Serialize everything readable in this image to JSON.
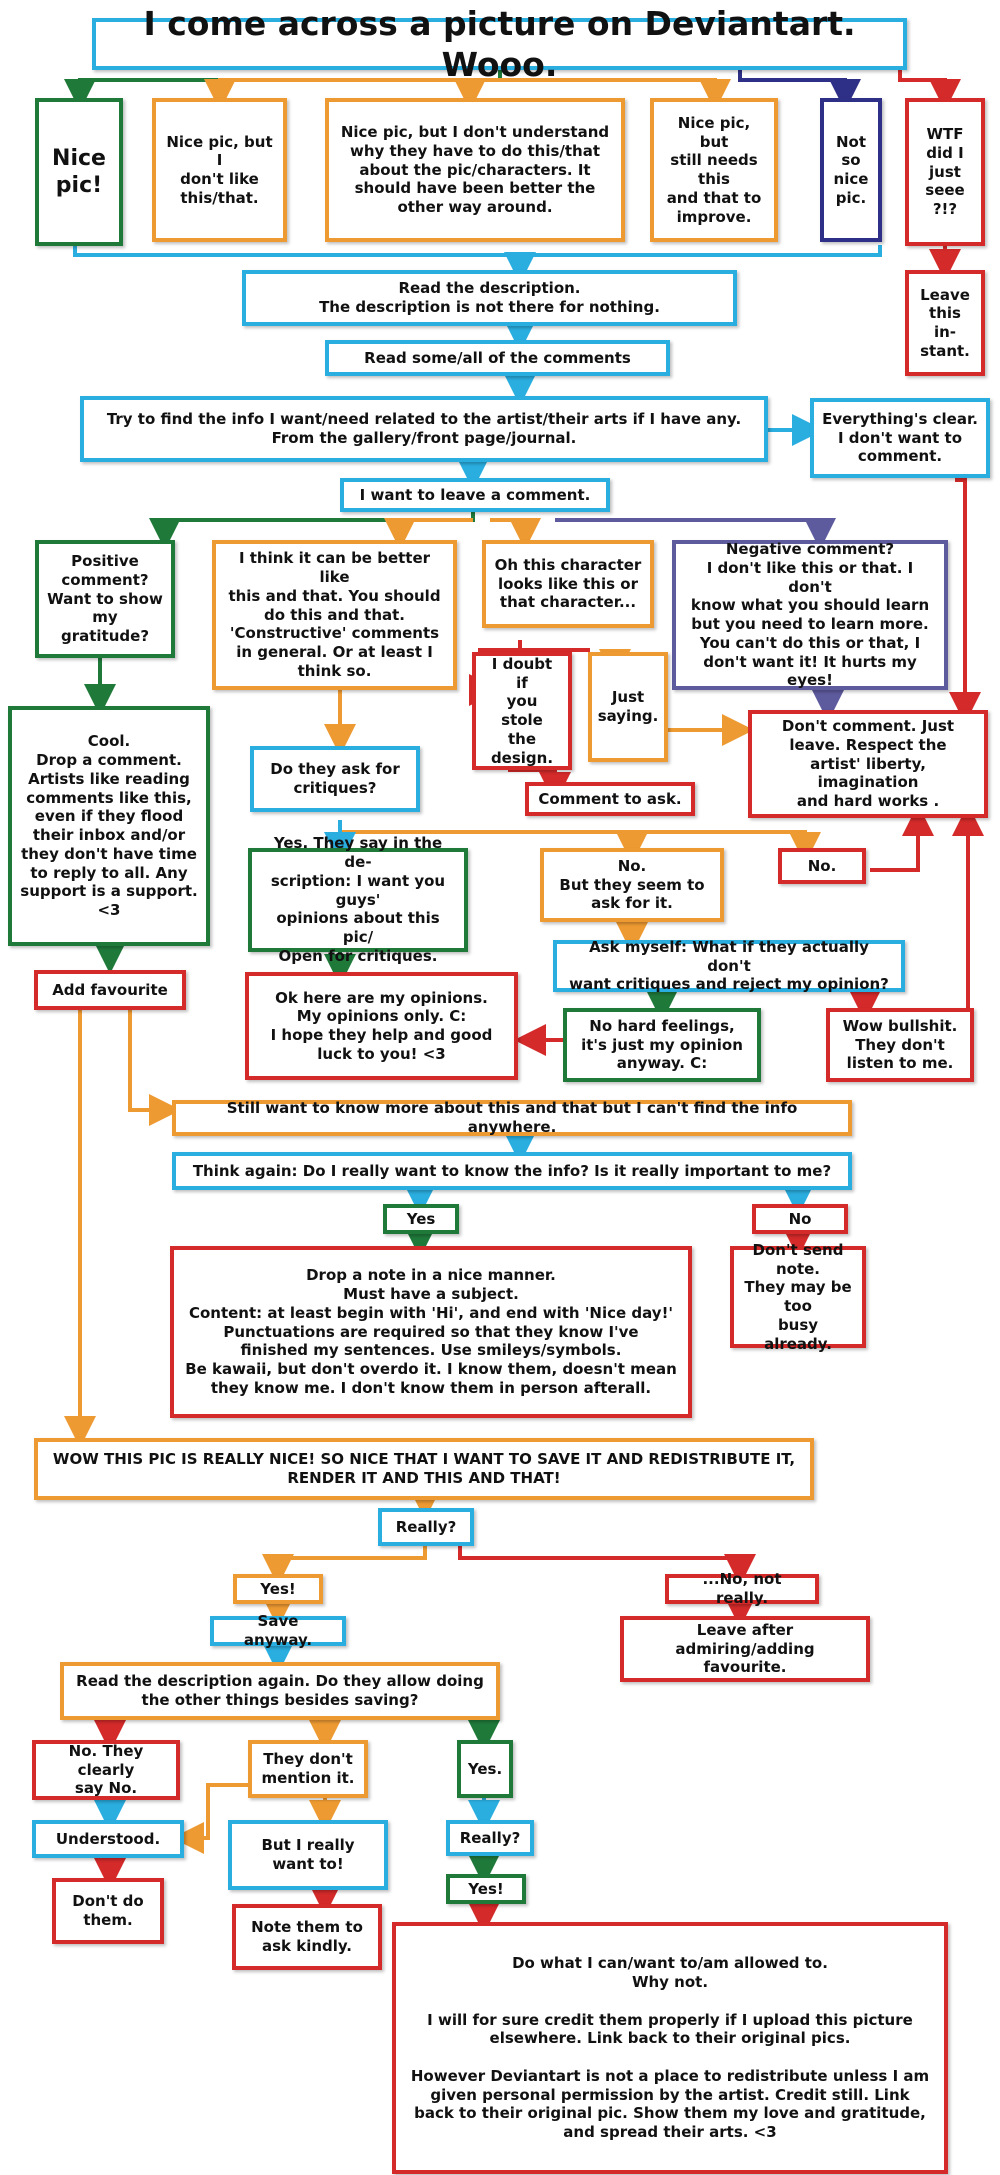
{
  "colors": {
    "blue": "#2aaee0",
    "orange": "#ee9a32",
    "green": "#1f7a3a",
    "red": "#d42a2a",
    "navy": "#2e2f87",
    "purple": "#5e5a9e"
  },
  "nodes": {
    "title": "I come across a picture on Deviantart. Wooo.",
    "nice_pic": "Nice\npic!",
    "nice_but_dont_like": "Nice pic, but I\ndon't like\nthis/that.",
    "nice_but_dont_understand": "Nice pic, but I don't understand\nwhy they have to do this/that\nabout the pic/characters. It\nshould have been better the\nother way around.",
    "nice_but_improve": "Nice pic, but\nstill needs this\nand that to\nimprove.",
    "not_so_nice": "Not\nso\nnice\npic.",
    "wtf": "WTF\ndid I\njust\nseee\n?!?",
    "leave_instant": "Leave\nthis\nin-\nstant.",
    "read_description": "Read the description.\nThe description is not there for nothing.",
    "read_comments": "Read some/all of the comments",
    "find_info": "Try to find the info I want/need related to the artist/their arts if I have any.\nFrom the gallery/front page/journal.",
    "everything_clear": "Everything's clear.\nI don't want to\ncomment.",
    "leave_comment": "I want to leave a comment.",
    "positive_comment": "Positive\ncomment?\nWant to show\nmy gratitude?",
    "could_be_better": "I think it can be better like\nthis and that. You should\ndo this and that.\n'Constructive' comments\nin general. Or at least I\nthink so.",
    "oh_this_character": "Oh this character\nlooks like this or\nthat character...",
    "negative_comment": "Negative comment?\nI don't like this or that. I don't\nknow what you should learn\nbut you need to learn more.\nYou can't do this or that, I\ndon't want it! It hurts my eyes!",
    "cool_drop_comment": "Cool.\nDrop a comment.\nArtists like reading\ncomments like this,\neven if they flood\ntheir inbox and/or\nthey don't have time\nto reply to all. Any\nsupport is a support.\n<3",
    "doubt_stole": "I doubt if\nyou stole\nthe\ndesign.",
    "just_saying": "Just\nsaying.",
    "dont_comment": "Don't comment. Just\nleave. Respect the\nartist' liberty, imagination\nand hard works .",
    "ask_critiques": "Do they ask for\ncritiques?",
    "comment_to_ask": "Comment to ask.",
    "no": "No.",
    "yes_they_say": "Yes. They say in the de-\nscription: I want you guys'\nopinions about this pic/\nOpen for critiques.",
    "no_but_seem": "No.\nBut they seem to\nask for it.",
    "add_favourite": "Add favourite",
    "ask_myself": "Ask myself: What if they actually don't\nwant critiques and reject my opinion?",
    "ok_opinions": "Ok here are my opinions.\nMy opinions only. C:\nI hope they help and good\nluck to you! <3",
    "no_hard_feelings": "No hard feelings,\nit's just my opinion\nanyway. C:",
    "wow_bullshit": "Wow bullshit.\nThey don't\nlisten to me.",
    "still_want_know": "Still want to know more about this and that but I can't find the info anywhere.",
    "think_again": "Think again: Do I really want to know the info? Is it really important to me?",
    "yes_label": "Yes",
    "no_label": "No",
    "drop_note": "Drop a note in a nice manner.\nMust have a subject.\nContent: at least begin with 'Hi', and end with 'Nice day!'\nPunctuations are required so that they know I've\nfinished my sentences. Use smileys/symbols.\nBe kawaii, but don't overdo it. I know them, doesn't mean\nthey know me. I don't know them in person afterall.",
    "dont_send_note": "Don't send note.\nThey may be too\nbusy already.",
    "wow_save": "WOW THIS PIC IS REALLY NICE! SO NICE THAT I WANT TO SAVE IT AND REDISTRIBUTE IT,\nRENDER IT AND THIS AND THAT!",
    "really_1": "Really?",
    "yes_excl": "Yes!",
    "no_not_really": "...No, not really.",
    "save_anyway": "Save anyway.",
    "leave_after": "Leave after\nadmiring/adding favourite.",
    "read_desc_again": "Read the description again. Do they allow doing\nthe other things besides saving?",
    "no_clearly": "No. They clearly\nsay No.",
    "dont_mention": "They don't\nmention it.",
    "yes_dot": "Yes.",
    "understood": "Understood.",
    "but_really_want": "But I really\nwant to!",
    "really_2": "Really?",
    "dont_do_them": "Don't do\nthem.",
    "note_them": "Note them to\nask kindly.",
    "yes_excl_2": "Yes!",
    "do_what_i_can": "Do what I can/want to/am allowed to.\nWhy not.\n\nI will for sure credit them properly if I upload this picture\nelsewhere. Link back to their original pics.\n\nHowever Deviantart is not a place to redistribute unless I am\ngiven personal permission by the artist. Credit still. Link\nback to their original pic. Show them my love and gratitude,\nand spread their arts. <3"
  }
}
